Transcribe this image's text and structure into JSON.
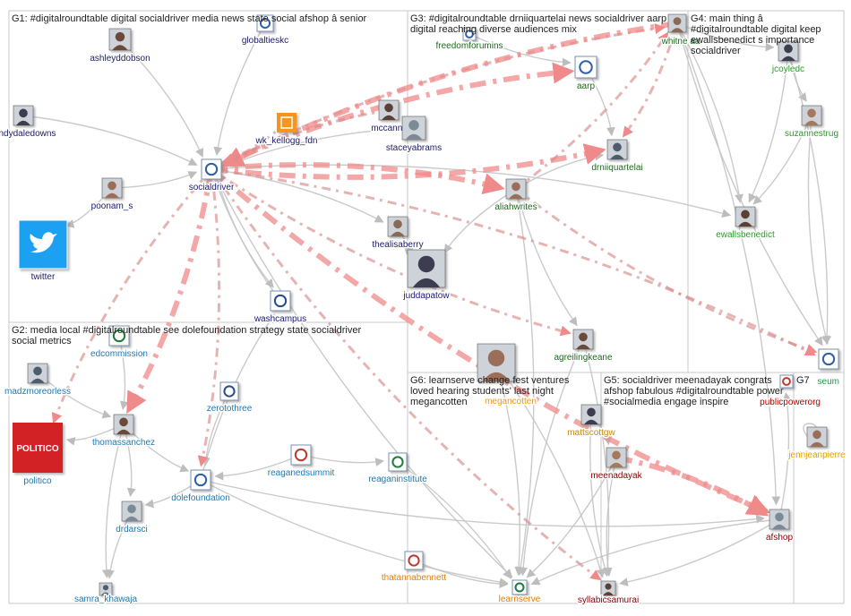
{
  "groups": [
    {
      "id": "G1",
      "lines": [
        "G1: #digitalroundtable digital socialdriver media news state social afshop â senior"
      ]
    },
    {
      "id": "G2",
      "lines": [
        "G2: media local #digitalroundtable see dolefoundation strategy state socialdriver",
        "social metrics"
      ]
    },
    {
      "id": "G3",
      "lines": [
        "G3: #digitalroundtable drniiquartelai news socialdriver aarp",
        "digital reaching diverse audiences mix"
      ]
    },
    {
      "id": "G4",
      "lines": [
        "G4: main thing â",
        "#digitalroundtable digital keep",
        "ewallsbenedict s importance",
        "socialdriver"
      ]
    },
    {
      "id": "G5",
      "lines": [
        "G5: socialdriver meenadayak congrats",
        "afshop fabulous #digitalroundtable power",
        "#socialmedia engage inspire"
      ]
    },
    {
      "id": "G6",
      "lines": [
        "G6: learnserve change fest ventures",
        "loved hearing students' last night",
        "megancotten"
      ]
    },
    {
      "id": "G7",
      "lines": [
        "G7"
      ]
    }
  ],
  "nodes": [
    {
      "id": "ashleyddobson",
      "label": "ashleyddobson",
      "group": "G1",
      "color": "#1a1a6e",
      "avatar": "person-photo"
    },
    {
      "id": "globaltieskc",
      "label": "globaltieskc",
      "group": "G1",
      "color": "#1a1a6e",
      "avatar": "logo"
    },
    {
      "id": "randydaledowns",
      "label": "randydaledowns",
      "group": "G1",
      "color": "#1a1a6e",
      "avatar": "person-photo"
    },
    {
      "id": "wk_kellogg_fdn",
      "label": "wk_kellogg_fdn",
      "group": "G1",
      "color": "#1a1a6e",
      "avatar": "orange-logo"
    },
    {
      "id": "mccannjl",
      "label": "mccannjl",
      "group": "G1",
      "color": "#1a1a6e",
      "avatar": "person-photo"
    },
    {
      "id": "staceyabrams",
      "label": "staceyabrams",
      "group": "G1",
      "color": "#1a1a6e",
      "avatar": "person-photo"
    },
    {
      "id": "socialdriver",
      "label": "socialdriver",
      "group": "G1",
      "color": "#1a1a6e",
      "avatar": "logo"
    },
    {
      "id": "poonam_s",
      "label": "poonam_s",
      "group": "G1",
      "color": "#1a1a6e",
      "avatar": "person-photo"
    },
    {
      "id": "twitter",
      "label": "twitter",
      "group": "G1",
      "color": "#1a1a6e",
      "avatar": "twitter-bird"
    },
    {
      "id": "thealisaberry",
      "label": "thealisaberry",
      "group": "G1",
      "color": "#1a1a6e",
      "avatar": "person-photo"
    },
    {
      "id": "juddapatow",
      "label": "juddapatow",
      "group": "G1",
      "color": "#1a1a6e",
      "avatar": "person-photo"
    },
    {
      "id": "washcampus",
      "label": "washcampus",
      "group": "G1",
      "color": "#1a1a6e",
      "avatar": "logo"
    },
    {
      "id": "freedomforumins",
      "label": "freedomforumins",
      "group": "G3",
      "color": "#1e6b1e",
      "avatar": "logo"
    },
    {
      "id": "aarp",
      "label": "aarp",
      "group": "G3",
      "color": "#1e6b1e",
      "avatar": "logo"
    },
    {
      "id": "drniiquartelai",
      "label": "drniiquartelai",
      "group": "G3",
      "color": "#1e6b1e",
      "avatar": "person-photo"
    },
    {
      "id": "aliahwrites",
      "label": "aliahwrites",
      "group": "G3",
      "color": "#1e6b1e",
      "avatar": "person-photo"
    },
    {
      "id": "agreilingkeane",
      "label": "agreilingkeane",
      "group": "G3",
      "color": "#1e6b1e",
      "avatar": "person-photo"
    },
    {
      "id": "whitneaa",
      "label": "whitne aa",
      "group": "G3",
      "color": "#1e6b1e",
      "avatar": "person-photo"
    },
    {
      "id": "jcoyledc",
      "label": "jcoyledc",
      "group": "G4",
      "color": "#2a9a2a",
      "avatar": "person-photo"
    },
    {
      "id": "suzannestrug",
      "label": "suzannestrug",
      "group": "G4",
      "color": "#2a9a2a",
      "avatar": "person-photo"
    },
    {
      "id": "ewallsbenedict",
      "label": "ewallsbenedict",
      "group": "G4",
      "color": "#2a9a2a",
      "avatar": "person-photo"
    },
    {
      "id": "edcommission",
      "label": "edcommission",
      "group": "G2",
      "color": "#1f78b4",
      "avatar": "logo"
    },
    {
      "id": "madzmoreorless",
      "label": "madzmoreorless",
      "group": "G2",
      "color": "#1f78b4",
      "avatar": "person-photo"
    },
    {
      "id": "zerotothree",
      "label": "zerotothree",
      "group": "G2",
      "color": "#1f78b4",
      "avatar": "logo"
    },
    {
      "id": "thomassanchez",
      "label": "thomassanchez",
      "group": "G2",
      "color": "#1f78b4",
      "avatar": "person-photo"
    },
    {
      "id": "politico",
      "label": "politico",
      "group": "G2",
      "color": "#1f78b4",
      "avatar": "politico-logo",
      "avatar_text": "POLITICO"
    },
    {
      "id": "reaganedsummit",
      "label": "reaganedsummit",
      "group": "G2",
      "color": "#1f78b4",
      "avatar": "logo"
    },
    {
      "id": "reaganinstitute",
      "label": "reaganinstitute",
      "group": "G2",
      "color": "#1f78b4",
      "avatar": "logo"
    },
    {
      "id": "dolefoundation",
      "label": "dolefoundation",
      "group": "G2",
      "color": "#1f78b4",
      "avatar": "logo"
    },
    {
      "id": "drdarsci",
      "label": "drdarsci",
      "group": "G2",
      "color": "#1f78b4",
      "avatar": "person-photo"
    },
    {
      "id": "samra_khawaja",
      "label": "samra_khawaja",
      "group": "G2",
      "color": "#1f78b4",
      "avatar": "person-photo"
    },
    {
      "id": "megancotten",
      "label": "megancotten",
      "group": "G6",
      "color": "#e69a1f",
      "avatar": "person-photo"
    },
    {
      "id": "thatannabennett",
      "label": "thatannabennett",
      "group": "G6",
      "color": "#e67e00",
      "avatar": "logo"
    },
    {
      "id": "learnserve",
      "label": "learnserve",
      "group": "G6",
      "color": "#e67e00",
      "avatar": "logo"
    },
    {
      "id": "mattscottgw",
      "label": "mattscottgw",
      "group": "G5",
      "color": "#c58a00",
      "avatar": "person-photo"
    },
    {
      "id": "meenadayak",
      "label": "meenadayak",
      "group": "G5",
      "color": "#8b0000",
      "avatar": "person-photo"
    },
    {
      "id": "syllabicsamurai",
      "label": "syllabicsamurai",
      "group": "G5",
      "color": "#8b0000",
      "avatar": "person-photo"
    },
    {
      "id": "afshop",
      "label": "afshop",
      "group": "G5",
      "color": "#8b0000",
      "avatar": "person-photo"
    },
    {
      "id": "publicpowerorg",
      "label": "publicpowerorg",
      "group": "G7",
      "color": "#b00000",
      "avatar": "logo"
    },
    {
      "id": "jennjeanpierre",
      "label": "jennjeanpierre",
      "group": "G7",
      "color": "#e0a000",
      "avatar": "person-photo"
    },
    {
      "id": "seum",
      "label": "seum",
      "group": "G7",
      "color": "#1f9a4a",
      "avatar": "logo"
    }
  ],
  "edges": [
    {
      "from": "socialdriver",
      "to": "aarp",
      "strength": "strong"
    },
    {
      "from": "socialdriver",
      "to": "drniiquartelai",
      "strength": "strong"
    },
    {
      "from": "socialdriver",
      "to": "aliahwrites",
      "strength": "strong"
    },
    {
      "from": "socialdriver",
      "to": "afshop",
      "strength": "strong"
    },
    {
      "from": "socialdriver",
      "to": "dolefoundation",
      "strength": "medium"
    },
    {
      "from": "socialdriver",
      "to": "politico",
      "strength": "medium"
    },
    {
      "from": "socialdriver",
      "to": "thomassanchez",
      "strength": "strong"
    },
    {
      "from": "socialdriver",
      "to": "agreilingkeane",
      "strength": "medium"
    },
    {
      "from": "socialdriver",
      "to": "seum",
      "strength": "medium"
    },
    {
      "from": "socialdriver",
      "to": "syllabicsamurai",
      "strength": "medium"
    },
    {
      "from": "socialdriver",
      "to": "whitneaa",
      "strength": "medium"
    },
    {
      "from": "whitneaa",
      "to": "socialdriver",
      "strength": "strong"
    },
    {
      "from": "wk_kellogg_fdn",
      "to": "socialdriver",
      "strength": "medium"
    },
    {
      "from": "mccannjl",
      "to": "socialdriver",
      "strength": "medium"
    },
    {
      "from": "meenadayak",
      "to": "afshop",
      "strength": "strong"
    },
    {
      "from": "aliahwrites",
      "to": "whitneaa",
      "strength": "medium"
    },
    {
      "from": "whitneaa",
      "to": "drniiquartelai",
      "strength": "medium"
    },
    {
      "from": "aliahwrites",
      "to": "seum",
      "strength": "medium"
    },
    {
      "from": "ashleyddobson",
      "to": "socialdriver",
      "strength": "light"
    },
    {
      "from": "globaltieskc",
      "to": "socialdriver",
      "strength": "light"
    },
    {
      "from": "randydaledowns",
      "to": "socialdriver",
      "strength": "light"
    },
    {
      "from": "poonam_s",
      "to": "socialdriver",
      "strength": "light"
    },
    {
      "from": "poonam_s",
      "to": "twitter",
      "strength": "light"
    },
    {
      "from": "thealisaberry",
      "to": "juddapatow",
      "strength": "light"
    },
    {
      "from": "washcampus",
      "to": "socialdriver",
      "strength": "light"
    },
    {
      "from": "staceyabrams",
      "to": "socialdriver",
      "strength": "light"
    },
    {
      "from": "socialdriver",
      "to": "ewallsbenedict",
      "strength": "light"
    },
    {
      "from": "socialdriver",
      "to": "learnserve",
      "strength": "light"
    },
    {
      "from": "socialdriver",
      "to": "thealisaberry",
      "strength": "light"
    },
    {
      "from": "socialdriver",
      "to": "washcampus",
      "strength": "light"
    },
    {
      "from": "aarp",
      "to": "drniiquartelai",
      "strength": "light"
    },
    {
      "from": "freedomforumins",
      "to": "aarp",
      "strength": "light"
    },
    {
      "from": "aliahwrites",
      "to": "drniiquartelai",
      "strength": "light"
    },
    {
      "from": "aliahwrites",
      "to": "agreilingkeane",
      "strength": "light"
    },
    {
      "from": "aliahwrites",
      "to": "learnserve",
      "strength": "light"
    },
    {
      "from": "aliahwrites",
      "to": "juddapatow",
      "strength": "light"
    },
    {
      "from": "jcoyledc",
      "to": "ewallsbenedict",
      "strength": "light"
    },
    {
      "from": "jcoyledc",
      "to": "suzannestrug",
      "strength": "light"
    },
    {
      "from": "suzannestrug",
      "to": "ewallsbenedict",
      "strength": "light"
    },
    {
      "from": "suzannestrug",
      "to": "seum",
      "strength": "light"
    },
    {
      "from": "jcoyledc",
      "to": "seum",
      "strength": "light"
    },
    {
      "from": "whitneaa",
      "to": "jcoyledc",
      "strength": "light"
    },
    {
      "from": "whitneaa",
      "to": "ewallsbenedict",
      "strength": "light"
    },
    {
      "from": "whitneaa",
      "to": "seum",
      "strength": "light"
    },
    {
      "from": "whitneaa",
      "to": "afshop",
      "strength": "light"
    },
    {
      "from": "thomassanchez",
      "to": "dolefoundation",
      "strength": "light"
    },
    {
      "from": "thomassanchez",
      "to": "drdarsci",
      "strength": "light"
    },
    {
      "from": "thomassanchez",
      "to": "samra_khawaja",
      "strength": "light"
    },
    {
      "from": "thomassanchez",
      "to": "politico",
      "strength": "light"
    },
    {
      "from": "madzmoreorless",
      "to": "thomassanchez",
      "strength": "light"
    },
    {
      "from": "edcommission",
      "to": "thomassanchez",
      "strength": "light"
    },
    {
      "from": "zerotothree",
      "to": "dolefoundation",
      "strength": "light"
    },
    {
      "from": "reaganedsummit",
      "to": "dolefoundation",
      "strength": "light"
    },
    {
      "from": "reaganedsummit",
      "to": "reaganinstitute",
      "strength": "light"
    },
    {
      "from": "reaganinstitute",
      "to": "learnserve",
      "strength": "light"
    },
    {
      "from": "drdarsci",
      "to": "samra_khawaja",
      "strength": "light"
    },
    {
      "from": "dolefoundation",
      "to": "drdarsci",
      "strength": "light"
    },
    {
      "from": "dolefoundation",
      "to": "learnserve",
      "strength": "light"
    },
    {
      "from": "dolefoundation",
      "to": "washcampus",
      "strength": "light"
    },
    {
      "from": "dolefoundation",
      "to": "afshop",
      "strength": "light"
    },
    {
      "from": "megancotten",
      "to": "learnserve",
      "strength": "light"
    },
    {
      "from": "thatannabennett",
      "to": "learnserve",
      "strength": "light"
    },
    {
      "from": "megancotten",
      "to": "syllabicsamurai",
      "strength": "light"
    },
    {
      "from": "agreilingkeane",
      "to": "learnserve",
      "strength": "light"
    },
    {
      "from": "agreilingkeane",
      "to": "syllabicsamurai",
      "strength": "light"
    },
    {
      "from": "mattscottgw",
      "to": "syllabicsamurai",
      "strength": "light"
    },
    {
      "from": "mattscottgw",
      "to": "meenadayak",
      "strength": "light"
    },
    {
      "from": "meenadayak",
      "to": "syllabicsamurai",
      "strength": "light"
    },
    {
      "from": "meenadayak",
      "to": "learnserve",
      "strength": "light"
    },
    {
      "from": "afshop",
      "to": "publicpowerorg",
      "strength": "light"
    },
    {
      "from": "afshop",
      "to": "syllabicsamurai",
      "strength": "light"
    },
    {
      "from": "afshop",
      "to": "learnserve",
      "strength": "light"
    },
    {
      "from": "jennjeanpierre",
      "to": "jennjeanpierre",
      "strength": "light"
    }
  ]
}
